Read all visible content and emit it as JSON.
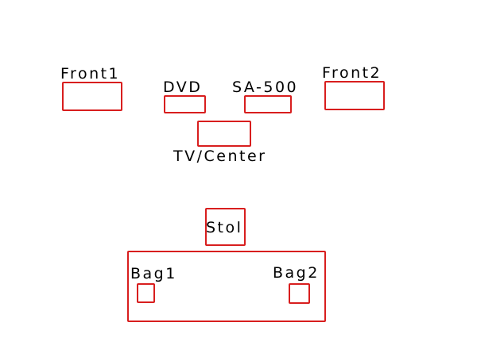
{
  "colors": {
    "outline": "#d81e1e",
    "text": "#000000",
    "background": "#ffffff"
  },
  "labels": {
    "front1": "Front1",
    "dvd": "DVD",
    "sa500": "SA-500",
    "front2": "Front2",
    "tv_center": "TV/Center",
    "stol": "Stol",
    "bag1": "Bag1",
    "bag2": "Bag2"
  }
}
